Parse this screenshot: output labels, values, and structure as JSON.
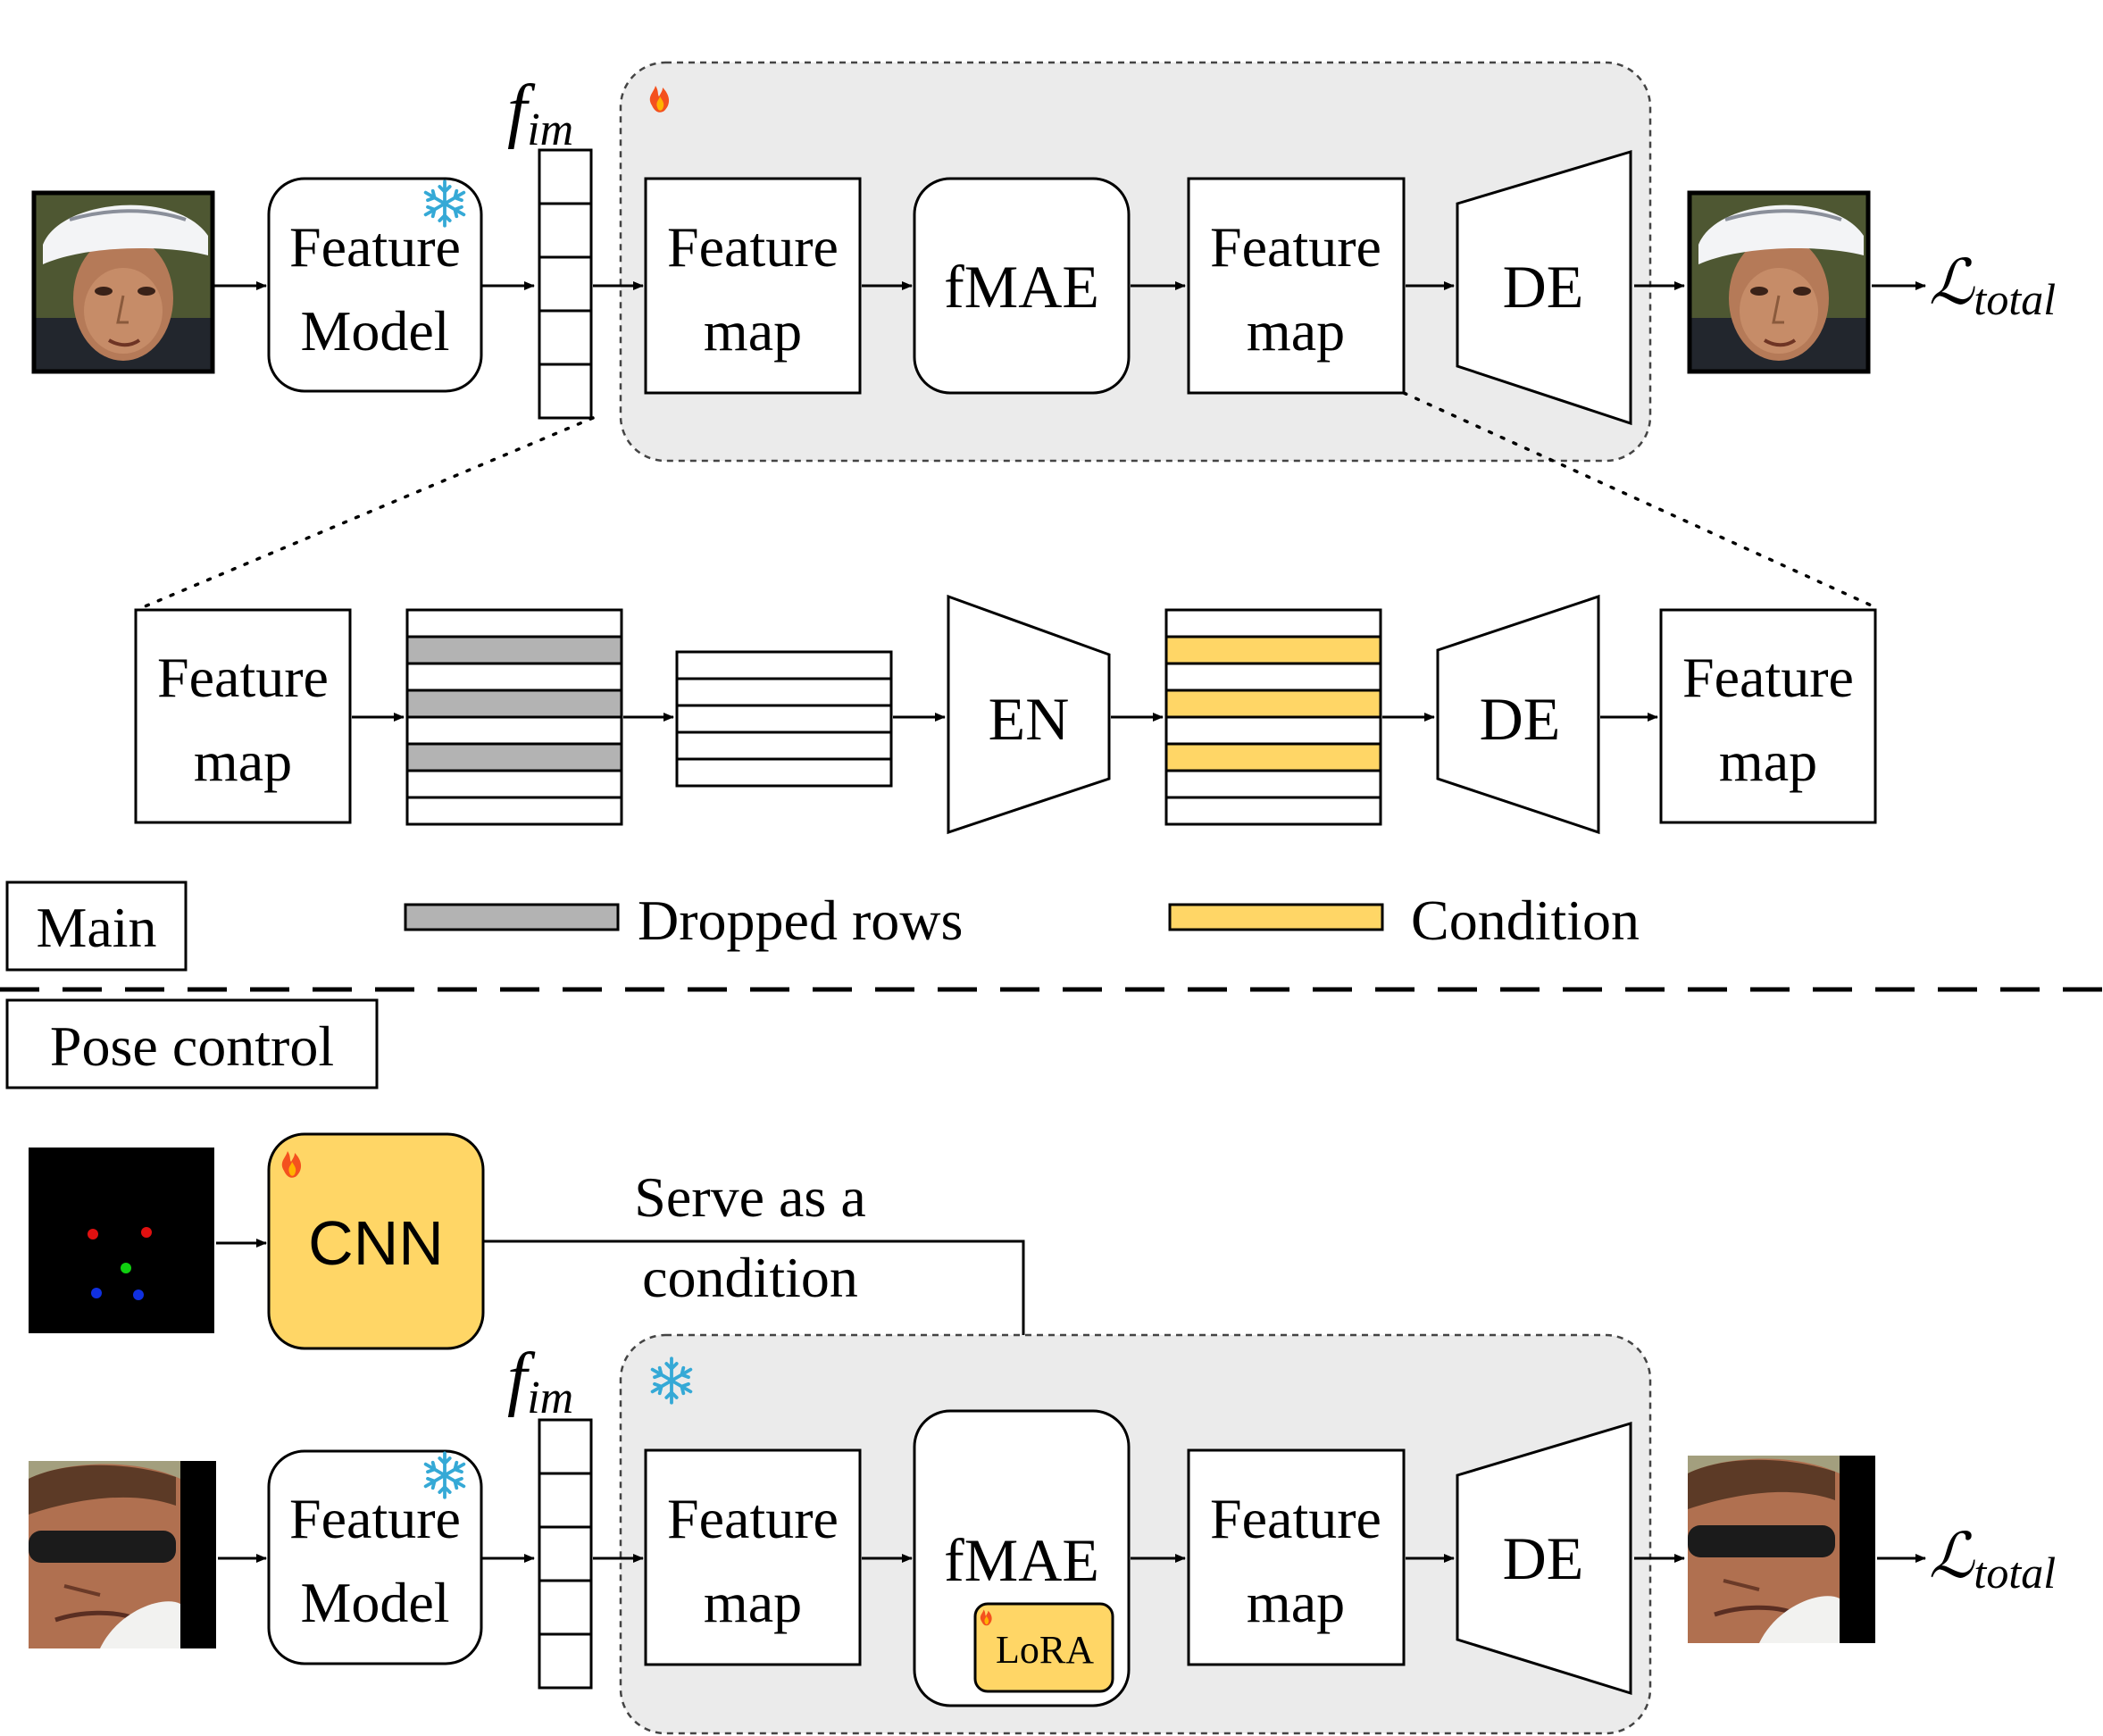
{
  "colors": {
    "panel_fill": "#ebebeb",
    "dropped_row": "#b3b3b3",
    "condition_row": "#ffd666",
    "cnn_fill": "#ffd666",
    "lora_fill": "#ffd666",
    "flame": "#f4511e",
    "snowflake": "#35a9d6",
    "stroke": "#000000"
  },
  "icons": {
    "trainable": "flame-icon",
    "frozen": "snowflake-icon"
  },
  "main": {
    "section_label": "Main",
    "input_image": "face-with-white-cap",
    "output_image": "face-with-white-cap-reconstructed",
    "feature_model": [
      "Feature",
      "Model"
    ],
    "f_im": {
      "base": "f",
      "sub": "im"
    },
    "feature_map_in": [
      "Feature",
      "map"
    ],
    "fmae": "fMAE",
    "feature_map_out": [
      "Feature",
      "map"
    ],
    "decoder": "DE",
    "loss": {
      "base": "ℒ",
      "sub": "total"
    }
  },
  "zoom": {
    "feature_map_in": [
      "Feature",
      "map"
    ],
    "encoder": "EN",
    "decoder": "DE",
    "feature_map_out": [
      "Feature",
      "map"
    ]
  },
  "legend": {
    "dropped_rows": "Dropped rows",
    "condition": "Condition"
  },
  "pose": {
    "section_label": "Pose control",
    "landmark_image": "black-image-with-5-facial-keypoints",
    "cnn": "CNN",
    "condition_note": [
      "Serve as a",
      "condition"
    ],
    "input_image": "face-with-sunglasses",
    "output_image": "face-with-sunglasses-pose-edited",
    "feature_model": [
      "Feature",
      "Model"
    ],
    "f_im": {
      "base": "f",
      "sub": "im"
    },
    "feature_map_in": [
      "Feature",
      "map"
    ],
    "fmae": "fMAE",
    "lora": "LoRA",
    "feature_map_out": [
      "Feature",
      "map"
    ],
    "decoder": "DE",
    "loss": {
      "base": "ℒ",
      "sub": "total"
    }
  }
}
